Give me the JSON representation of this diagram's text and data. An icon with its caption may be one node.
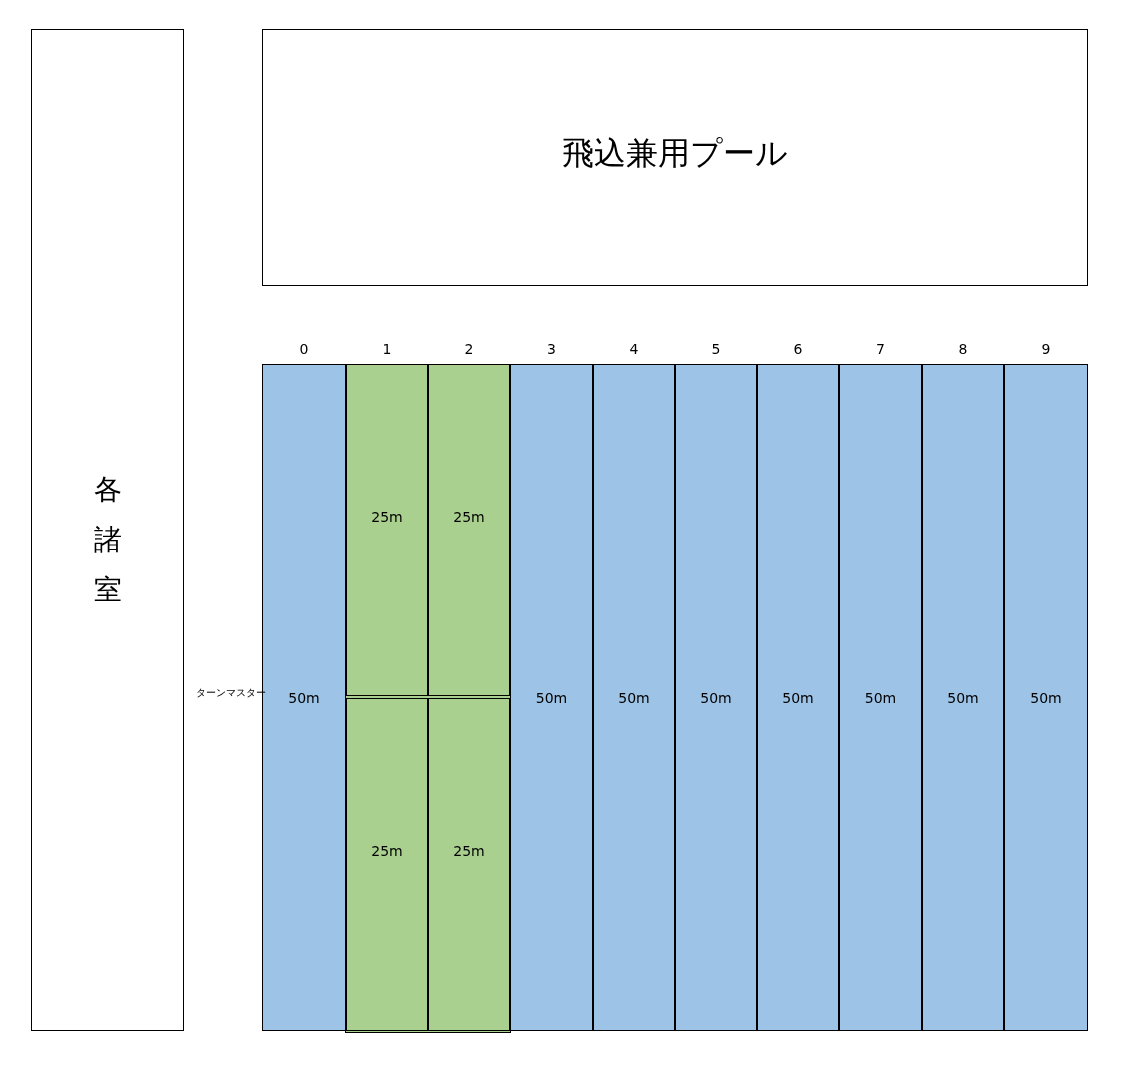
{
  "diagram": {
    "nodes": [
      {
        "text": [
          "各諸室"
        ]
      },
      {
        "text": [
          "飛込兼用プール"
        ]
      },
      {
        "text": [
          "50m"
        ]
      },
      {
        "text": [
          "25m"
        ]
      },
      {
        "text": [
          "25m"
        ]
      },
      {
        "text": [
          "25m"
        ]
      },
      {
        "text": [
          "25m"
        ]
      },
      {
        "text": [
          "50m"
        ]
      },
      {
        "text": [
          "50m"
        ]
      },
      {
        "text": [
          "50m"
        ]
      },
      {
        "text": [
          "50m"
        ]
      },
      {
        "text": [
          "50m"
        ]
      },
      {
        "text": [
          "50m"
        ]
      },
      {
        "text": [
          "50m"
        ]
      }
    ],
    "labels": [
      "0",
      "1",
      "2",
      "3",
      "4",
      "5",
      "6",
      "7",
      "8",
      "9",
      "ターンマスター"
    ]
  }
}
